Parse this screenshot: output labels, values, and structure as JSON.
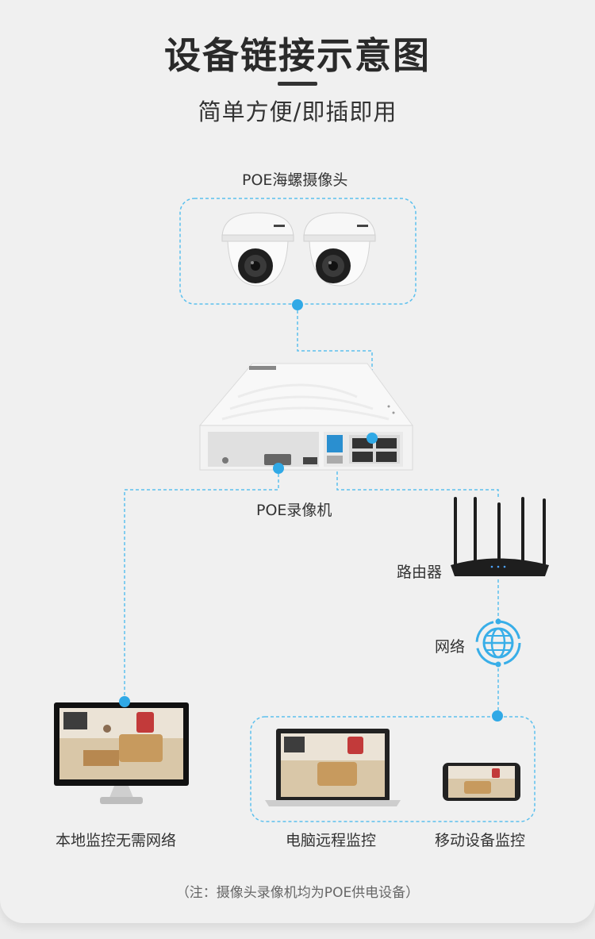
{
  "header": {
    "title": "设备链接示意图",
    "subtitle": "简单方便/即插即用"
  },
  "devices": {
    "cameras": "POE海螺摄像头",
    "nvr": "POE录像机",
    "router": "路由器",
    "network": "网络",
    "local_monitor": "本地监控无需网络",
    "pc_remote": "电脑远程监控",
    "mobile_monitor": "移动设备监控"
  },
  "note": "（注：摄像头录像机均为POE供电设备）",
  "colors": {
    "accent": "#38aee8",
    "text": "#333333",
    "background": "#f0f0f0"
  }
}
